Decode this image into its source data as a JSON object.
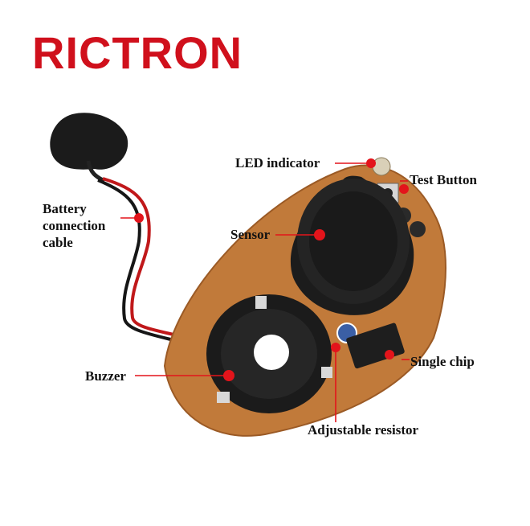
{
  "brand": {
    "name": "RICTRON",
    "color": "#d0101c"
  },
  "labels": {
    "led": "LED indicator",
    "test_button": "Test Button",
    "battery_line1": "Battery",
    "battery_line2": "connection",
    "battery_line3": "cable",
    "sensor": "Sensor",
    "buzzer": "Buzzer",
    "single_chip": "Single chip",
    "adj_resistor": "Adjustable resistor"
  },
  "colors": {
    "marker": "#e3141b",
    "pcb": "#c17a3a",
    "component": "#1c1c1c"
  }
}
